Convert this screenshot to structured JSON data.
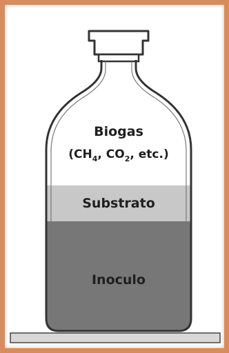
{
  "labels": {
    "biogas": "Biogas",
    "biogas_comp_open": "(CH",
    "biogas_sub1": "4",
    "biogas_comp_mid": ", CO",
    "biogas_sub2": "2",
    "biogas_comp_close": ", etc.)",
    "substrato": "Substrato",
    "inoculo": "Inoculo"
  },
  "colors": {
    "frame": "#d98c5b",
    "substrato_fill": "#c8c8c8",
    "inoculo_fill": "#777777",
    "outline": "#333333",
    "label_text": "#1f1f1f"
  }
}
